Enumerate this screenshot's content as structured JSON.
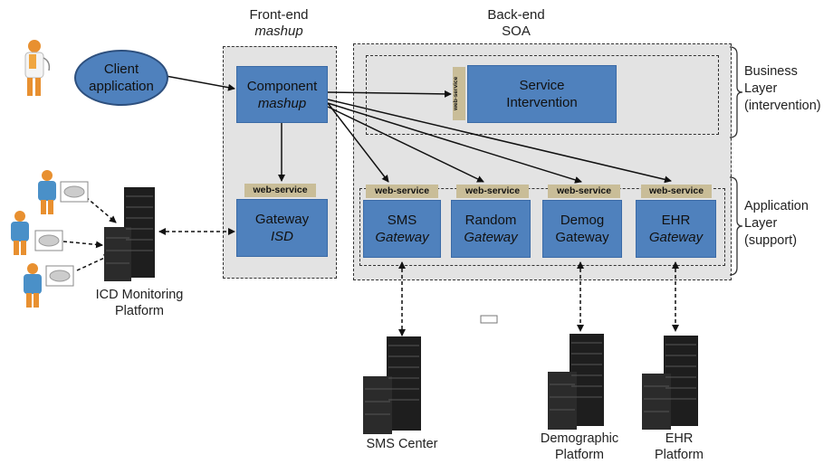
{
  "columns": {
    "frontend": {
      "line1": "Front-end",
      "line2": "mashup"
    },
    "backend": {
      "line1": "Back-end",
      "line2": "SOA"
    }
  },
  "client": {
    "line1": "Client",
    "line2": "application"
  },
  "component": {
    "line1": "Component",
    "line2": "mashup"
  },
  "gateway_isd": {
    "line1": "Gateway",
    "line2": "ISD",
    "ws": "web-service"
  },
  "service": {
    "line1": "Service",
    "line2": "Intervention",
    "ws": "web-service"
  },
  "gateways": [
    {
      "id": "sms",
      "line1": "SMS",
      "line2": "Gateway",
      "ws": "web-service"
    },
    {
      "id": "random",
      "line1": "Random",
      "line2": "Gateway",
      "ws": "web-service"
    },
    {
      "id": "demog",
      "line1": "Demog",
      "line2": "Gateway",
      "ws": "web-service"
    },
    {
      "id": "ehr",
      "line1": "EHR",
      "line2": "Gateway",
      "ws": "web-service"
    }
  ],
  "layers": {
    "business": [
      "Business",
      "Layer",
      "(intervention)"
    ],
    "application": [
      "Application",
      "Layer",
      "(support)"
    ]
  },
  "platforms": {
    "icd": [
      "ICD Monitoring",
      "Platform"
    ],
    "sms_center": [
      "SMS Center"
    ],
    "demographic": [
      "Demographic",
      "Platform"
    ],
    "ehr": [
      "EHR",
      "Platform"
    ]
  },
  "colors": {
    "box_fill": "#4f81bd",
    "webservice_fill": "#c9bd98",
    "panel_fill": "#e3e3e3"
  },
  "icons": [
    "doctor-icon",
    "patient-icon",
    "device-icon",
    "server-icon"
  ]
}
